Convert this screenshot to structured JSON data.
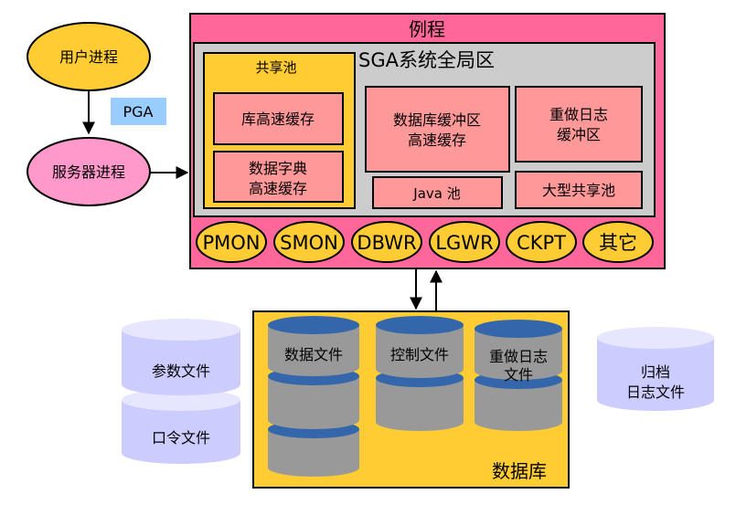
{
  "instance": {
    "title": "例程",
    "sga_title": "SGA系统全局区",
    "shared_pool": {
      "title": "共享池",
      "library_cache": "库高速缓存",
      "dictionary_cache_line1": "数据字典",
      "dictionary_cache_line2": "高速缓存"
    },
    "db_buffer_cache_line1": "数据库缓冲区",
    "db_buffer_cache_line2": "高速缓存",
    "redo_log_buffer_line1": "重做日志",
    "redo_log_buffer_line2": "缓冲区",
    "java_pool": "Java 池",
    "large_pool": "大型共享池",
    "background_processes": [
      "PMON",
      "SMON",
      "DBWR",
      "LGWR",
      "CKPT",
      "其它"
    ]
  },
  "user_process": "用户进程",
  "pga_label": "PGA",
  "server_process": "服务器进程",
  "database": {
    "title": "数据库",
    "data_files": "数据文件",
    "control_files": "控制文件",
    "redo_log_files_line1": "重做日志",
    "redo_log_files_line2": "文件"
  },
  "parameter_file": "参数文件",
  "password_file": "口令文件",
  "archived_log_files_line1": "归档",
  "archived_log_files_line2": "日志文件",
  "colors": {
    "instance_pink": "#ff6699",
    "sga_gray": "#cccccc",
    "yellow": "#ffcc33",
    "salmon": "#ff9999",
    "process_pink": "#ff99cc",
    "pga_blue": "#99ccff",
    "cylinder_lavender": "#ccccff",
    "cylinder_gray": "#999999",
    "cylinder_blue": "#3366aa"
  }
}
